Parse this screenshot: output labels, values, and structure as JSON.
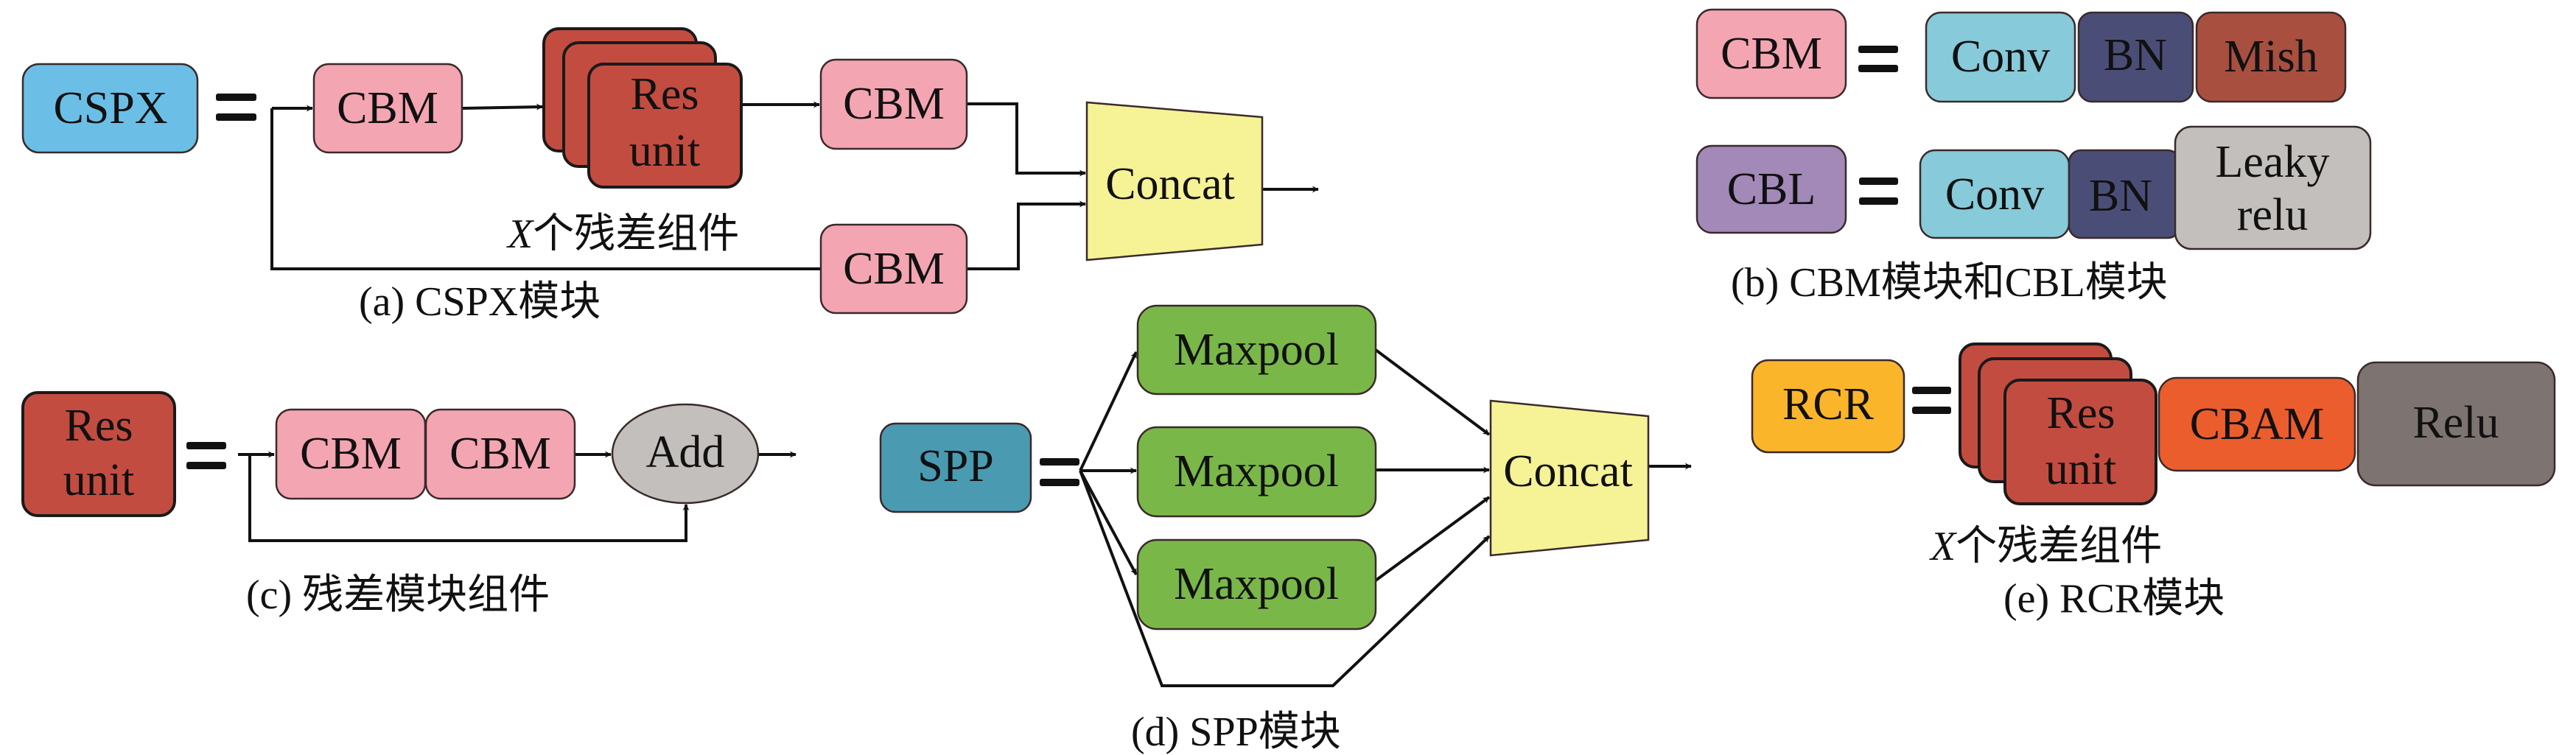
{
  "figure": {
    "panels": {
      "a": {
        "caption": "(a) CSPX模块",
        "lhs": "CSPX",
        "equals": "=",
        "blocks": {
          "cbm_in": "CBM",
          "res_line1": "Res",
          "res_line2": "unit",
          "cbm_top": "CBM",
          "cbm_bottom": "CBM",
          "concat": "Concat"
        },
        "repeat_label_x": "X",
        "repeat_label_rest": "个残差组件"
      },
      "b": {
        "caption": "(b) CBM模块和CBL模块",
        "rows": [
          {
            "lhs": "CBM",
            "equals": "=",
            "parts": [
              "Conv",
              "BN",
              "Mish"
            ]
          },
          {
            "lhs": "CBL",
            "equals": "=",
            "parts": [
              "Conv",
              "BN"
            ],
            "last_line1": "Leaky",
            "last_line2": "relu"
          }
        ]
      },
      "c": {
        "caption": "(c) 残差模块组件",
        "lhs_line1": "Res",
        "lhs_line2": "unit",
        "equals": "=",
        "blocks": [
          "CBM",
          "CBM"
        ],
        "add": "Add"
      },
      "d": {
        "caption": "(d) SPP模块",
        "lhs": "SPP",
        "equals": "=",
        "pools": [
          "Maxpool",
          "Maxpool",
          "Maxpool"
        ],
        "concat": "Concat"
      },
      "e": {
        "caption": "(e) RCR模块",
        "lhs": "RCR",
        "equals": "=",
        "res_line1": "Res",
        "res_line2": "unit",
        "cbam": "CBAM",
        "relu": "Relu",
        "repeat_label_x": "X",
        "repeat_label_rest": "个残差组件"
      }
    },
    "colors": {
      "cspx": "#6bbfe6",
      "cbm": "#f4a5b2",
      "res_unit": "#c34c40",
      "concat": "#f6f296",
      "conv": "#87cad9",
      "bn": "#4a4e77",
      "mish": "#a84f40",
      "cbl": "#a289b8",
      "leaky_relu": "#c3bfbc",
      "add": "#c2bfbc",
      "spp": "#4a9ab1",
      "maxpool": "#7ab749",
      "rcr": "#fbb52b",
      "cbam": "#eb5d2c",
      "relu": "#7d7471"
    }
  }
}
